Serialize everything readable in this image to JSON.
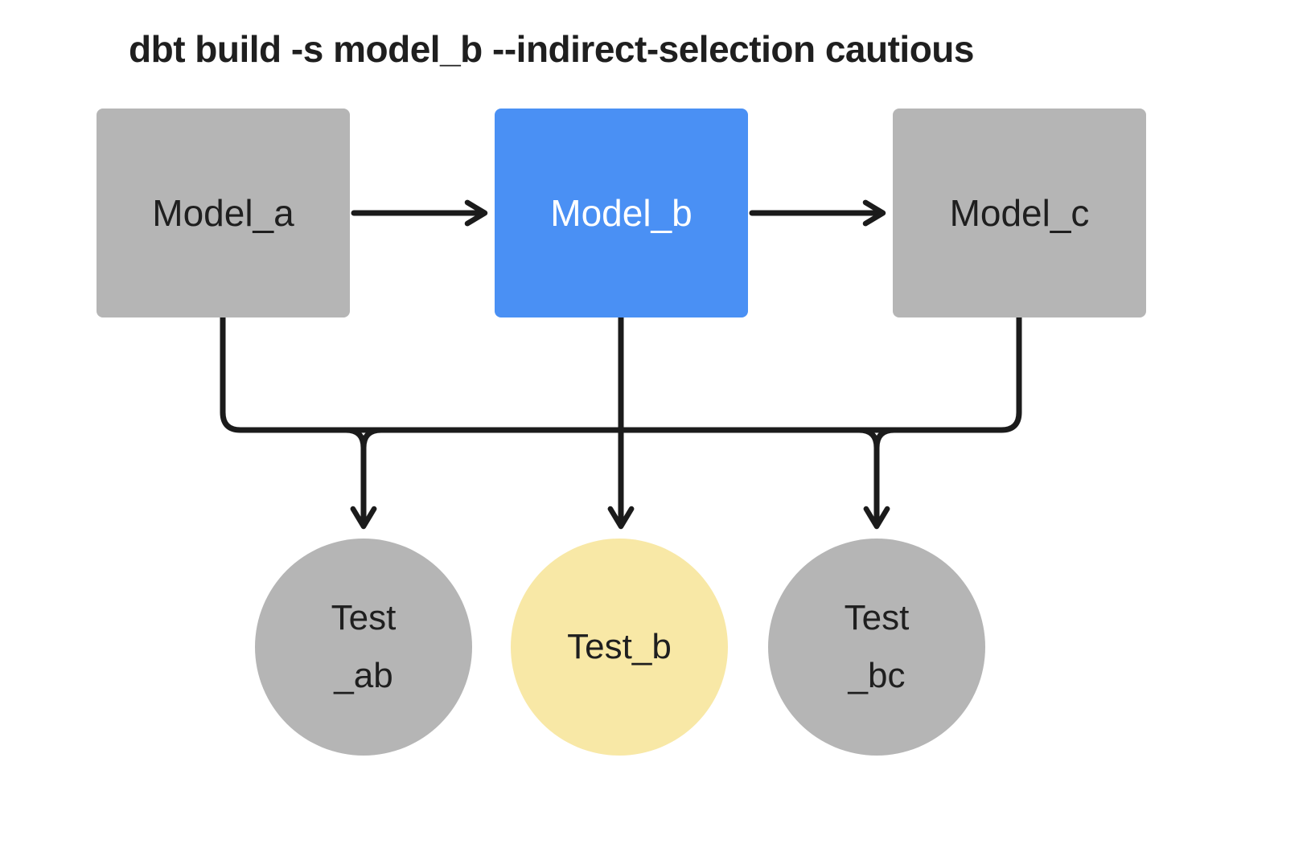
{
  "title": "dbt build -s model_b --indirect-selection cautious",
  "colors": {
    "background": "#ffffff",
    "node_gray": "#b5b5b5",
    "node_blue": "#4a90f4",
    "node_yellow": "#f8e8a6",
    "line": "#1b1b1b",
    "text_dark": "#1f1f1f",
    "text_light": "#ffffff"
  },
  "models": [
    {
      "label": "Model_a",
      "variant": "gray"
    },
    {
      "label": "Model_b",
      "variant": "blue"
    },
    {
      "label": "Model_c",
      "variant": "gray"
    }
  ],
  "tests": [
    {
      "lines": [
        "Test",
        "_ab"
      ],
      "variant": "gray"
    },
    {
      "lines": [
        "Test_b"
      ],
      "variant": "yellow"
    },
    {
      "lines": [
        "Test",
        "_bc"
      ],
      "variant": "gray"
    }
  ]
}
